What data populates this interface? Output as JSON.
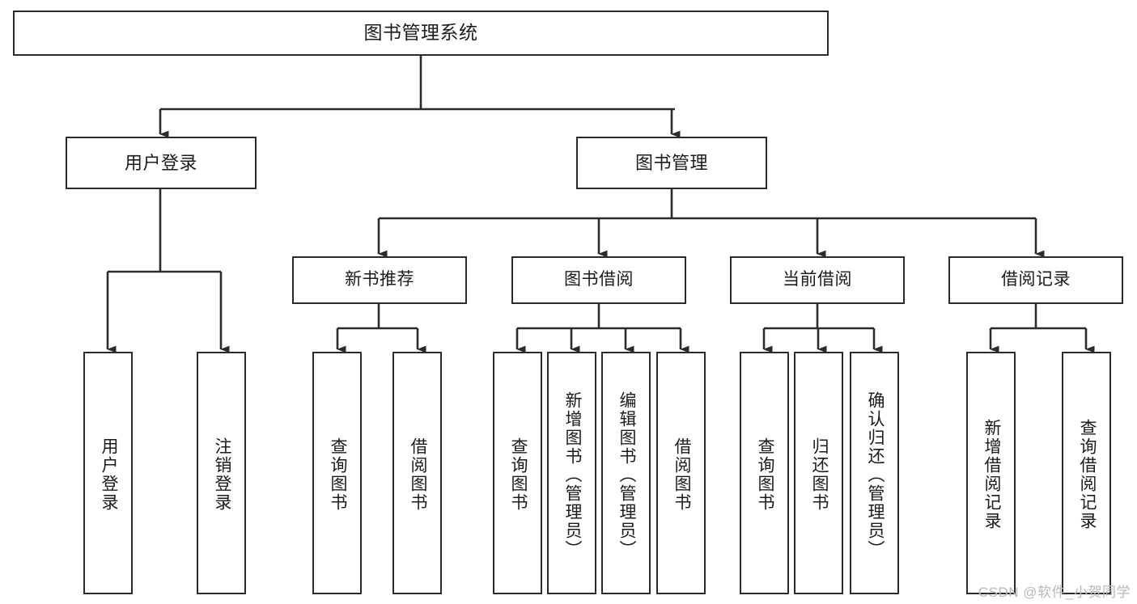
{
  "diagram": {
    "title": "图书管理系统",
    "watermark": "CSDN @软件_小贺同学",
    "edge_color": "#2b2b2b",
    "box_border_color": "#2b2b2b",
    "box_fill_color": "#ffffff",
    "nodes": {
      "root": {
        "label": "图书管理系统"
      },
      "level1": [
        {
          "id": "user-login",
          "label": "用户登录"
        },
        {
          "id": "book-management",
          "label": "图书管理"
        }
      ],
      "level2": [
        {
          "id": "new-book-recommend",
          "label": "新书推荐"
        },
        {
          "id": "book-borrow",
          "label": "图书借阅"
        },
        {
          "id": "current-borrow",
          "label": "当前借阅"
        },
        {
          "id": "borrow-record",
          "label": "借阅记录"
        }
      ],
      "leaves": {
        "user-login": [
          {
            "id": "leaf-user-login",
            "label": "用户登录"
          },
          {
            "id": "leaf-logout",
            "label": "注销登录"
          }
        ],
        "new-book-recommend": [
          {
            "id": "leaf-query-book-1",
            "label": "查询图书"
          },
          {
            "id": "leaf-borrow-book-1",
            "label": "借阅图书"
          }
        ],
        "book-borrow": [
          {
            "id": "leaf-query-book-2",
            "label": "查询图书"
          },
          {
            "id": "leaf-add-book",
            "label": "新增图书（管理员）"
          },
          {
            "id": "leaf-edit-book",
            "label": "编辑图书（管理员）"
          },
          {
            "id": "leaf-borrow-book-2",
            "label": "借阅图书"
          }
        ],
        "current-borrow": [
          {
            "id": "leaf-query-book-3",
            "label": "查询图书"
          },
          {
            "id": "leaf-return-book",
            "label": "归还图书"
          },
          {
            "id": "leaf-confirm-return",
            "label": "确认归还（管理员）"
          }
        ],
        "borrow-record": [
          {
            "id": "leaf-add-record",
            "label": "新增借阅记录"
          },
          {
            "id": "leaf-query-record",
            "label": "查询借阅记录"
          }
        ]
      }
    }
  }
}
